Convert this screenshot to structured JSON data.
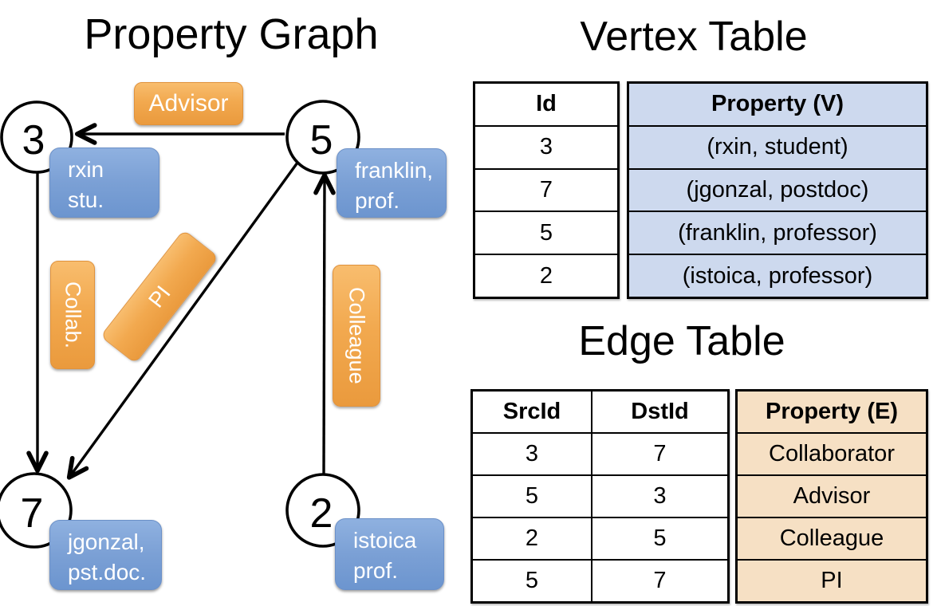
{
  "graph": {
    "title": "Property Graph",
    "nodes": [
      {
        "id": "3",
        "prop_line1": "rxin",
        "prop_line2": "stu."
      },
      {
        "id": "5",
        "prop_line1": "franklin,",
        "prop_line2": "prof."
      },
      {
        "id": "7",
        "prop_line1": "jgonzal,",
        "prop_line2": "pst.doc."
      },
      {
        "id": "2",
        "prop_line1": "istoica",
        "prop_line2": "prof."
      }
    ],
    "edge_labels": {
      "advisor": "Advisor",
      "collab": "Collab.",
      "pi": "PI",
      "colleague": "Colleague"
    }
  },
  "vertex_table": {
    "title": "Vertex Table",
    "columns": [
      "Id",
      "Property (V)"
    ],
    "rows": [
      [
        "3",
        "(rxin, student)"
      ],
      [
        "7",
        "(jgonzal, postdoc)"
      ],
      [
        "5",
        "(franklin, professor)"
      ],
      [
        "2",
        "(istoica, professor)"
      ]
    ]
  },
  "edge_table": {
    "title": "Edge Table",
    "columns": [
      "SrcId",
      "DstId",
      "Property (E)"
    ],
    "rows": [
      [
        "3",
        "7",
        "Collaborator"
      ],
      [
        "5",
        "3",
        "Advisor"
      ],
      [
        "2",
        "5",
        "Colleague"
      ],
      [
        "5",
        "7",
        "PI"
      ]
    ]
  },
  "colors": {
    "edge_label_orange_top": "#f8bd6e",
    "edge_label_orange_bottom": "#ea9a3d",
    "node_prop_blue_top": "#8fb1e0",
    "node_prop_blue_bottom": "#6c95cf",
    "vertex_property_column_bg": "#cdd9ee",
    "edge_property_column_bg": "#f6e0c4",
    "line_color": "#000000",
    "background": "#ffffff"
  }
}
